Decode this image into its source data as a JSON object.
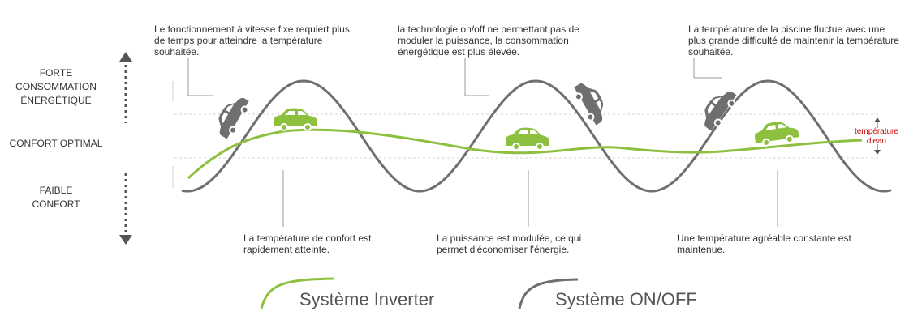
{
  "y_axis": {
    "high": [
      "FORTE",
      "CONSOMMATION",
      "ÉNERGÉTIQUE"
    ],
    "mid": "CONFORT OPTIMAL",
    "low": [
      "FAIBLE",
      "CONFORT"
    ]
  },
  "top_notes": [
    "Le fonctionnement à vitesse fixe requiert plus de temps pour atteindre la température souhaitée.",
    "la technologie on/off ne permettant pas de moduler la puissance, la consommation énergétique est plus élevée.",
    "La température de la piscine fluctue avec une plus grande difficulté de maintenir la température souhaitée."
  ],
  "bottom_notes": [
    "La température de confort est rapidement atteinte.",
    "La puissance est modulée, ce qui permet d'économiser l'énergie.",
    "Une température agréable constante est maintenue."
  ],
  "water_temp_label": [
    "température",
    "d'eau"
  ],
  "legend": {
    "inverter": "Système Inverter",
    "onoff": "Système ON/OFF"
  },
  "colors": {
    "inverter": "#8dc03f",
    "onoff": "#6f6f6f",
    "accent_red": "#cc0000"
  }
}
